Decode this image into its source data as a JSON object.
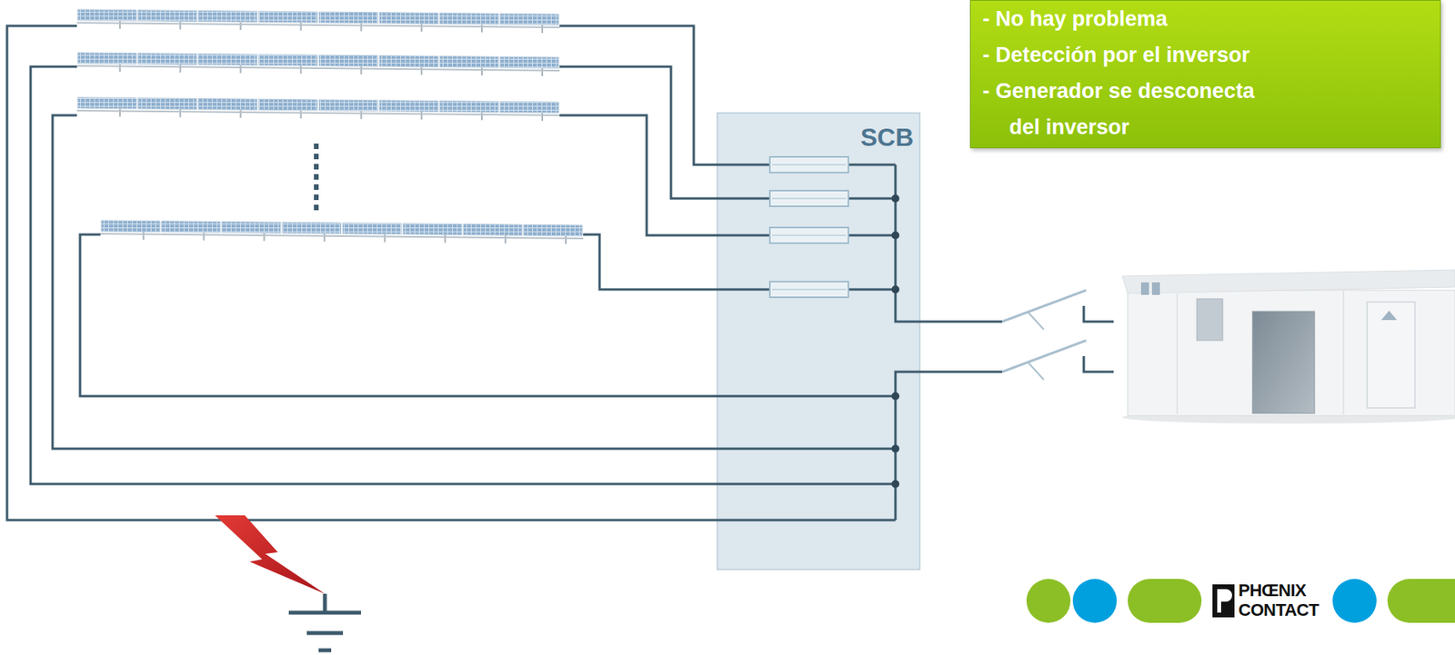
{
  "diagram": {
    "nodes": [
      {
        "text": [
          "- No hay problema",
          "- Detección por el inversor",
          "- Generador se desconecta del inversor"
        ]
      },
      {
        "text": [
          "SCB"
        ]
      }
    ],
    "labels": [
      "PHŒNIX",
      "CONTACT"
    ]
  }
}
